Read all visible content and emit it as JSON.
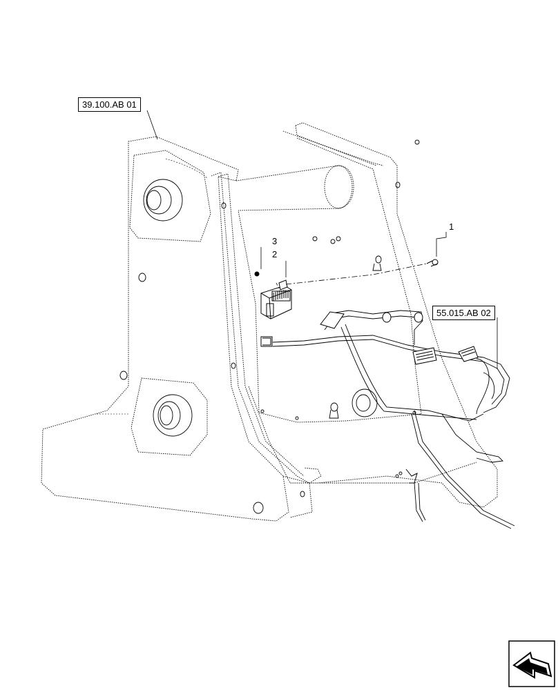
{
  "references": {
    "frame": "39.100.AB 01",
    "harness": "55.015.AB 02"
  },
  "callouts": {
    "item_1": "1",
    "item_2": "2",
    "item_3": "3"
  },
  "nav_icon": "return-arrow-icon"
}
